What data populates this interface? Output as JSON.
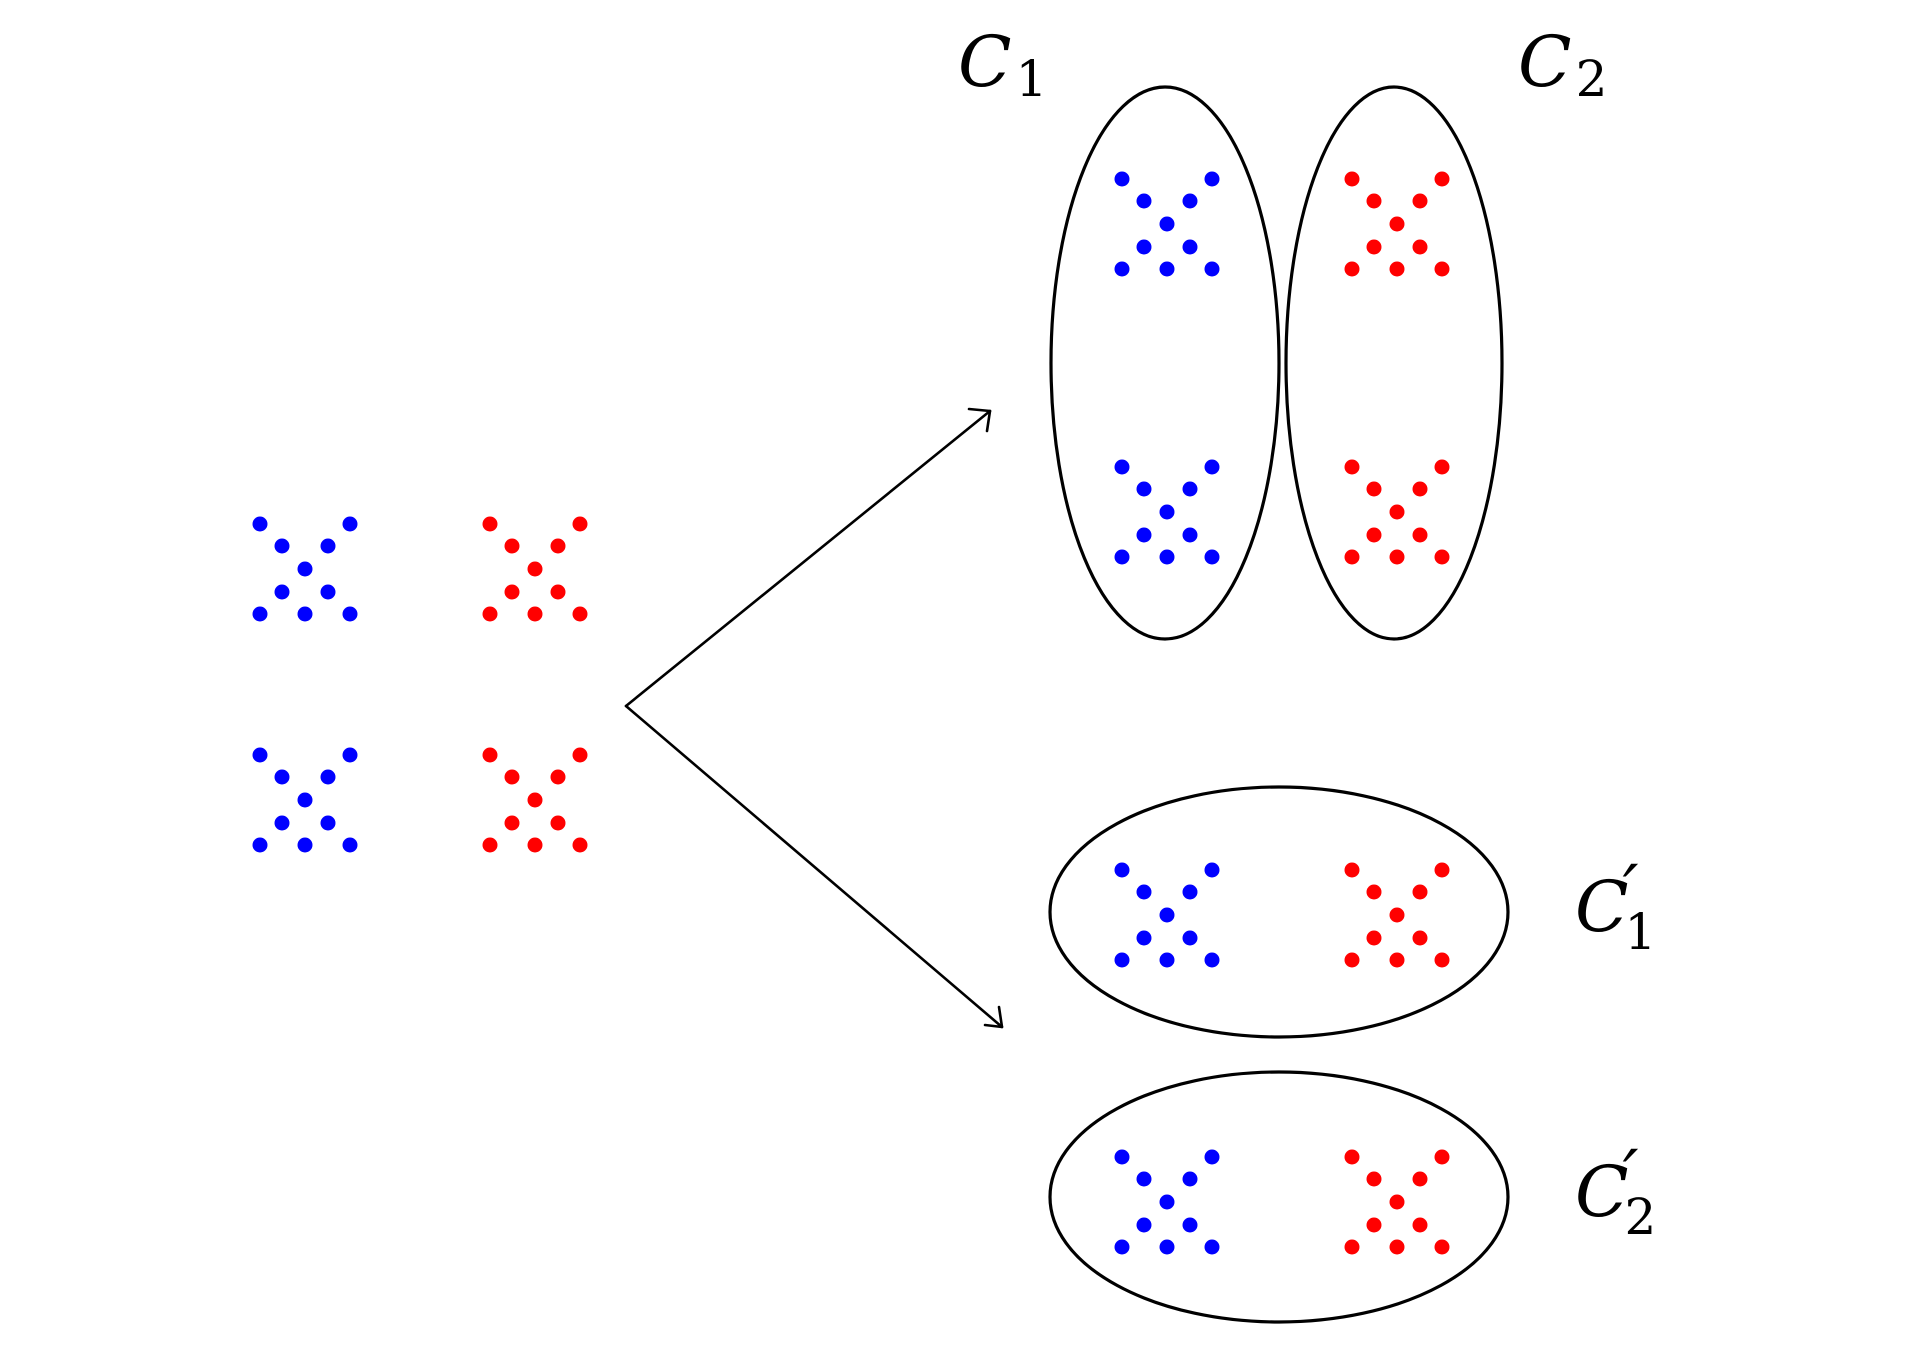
{
  "colors": {
    "blue_points": "#0000ff",
    "red_points": "#ff0000",
    "outline": "#000000",
    "background": "#ffffff"
  },
  "labels": {
    "c1": {
      "letter": "C",
      "prime": "",
      "sub": "1"
    },
    "c2": {
      "letter": "C",
      "prime": "",
      "sub": "2"
    },
    "c1_prime": {
      "letter": "C",
      "prime": "′",
      "sub": "1"
    },
    "c2_prime": {
      "letter": "C",
      "prime": "′",
      "sub": "2"
    }
  }
}
